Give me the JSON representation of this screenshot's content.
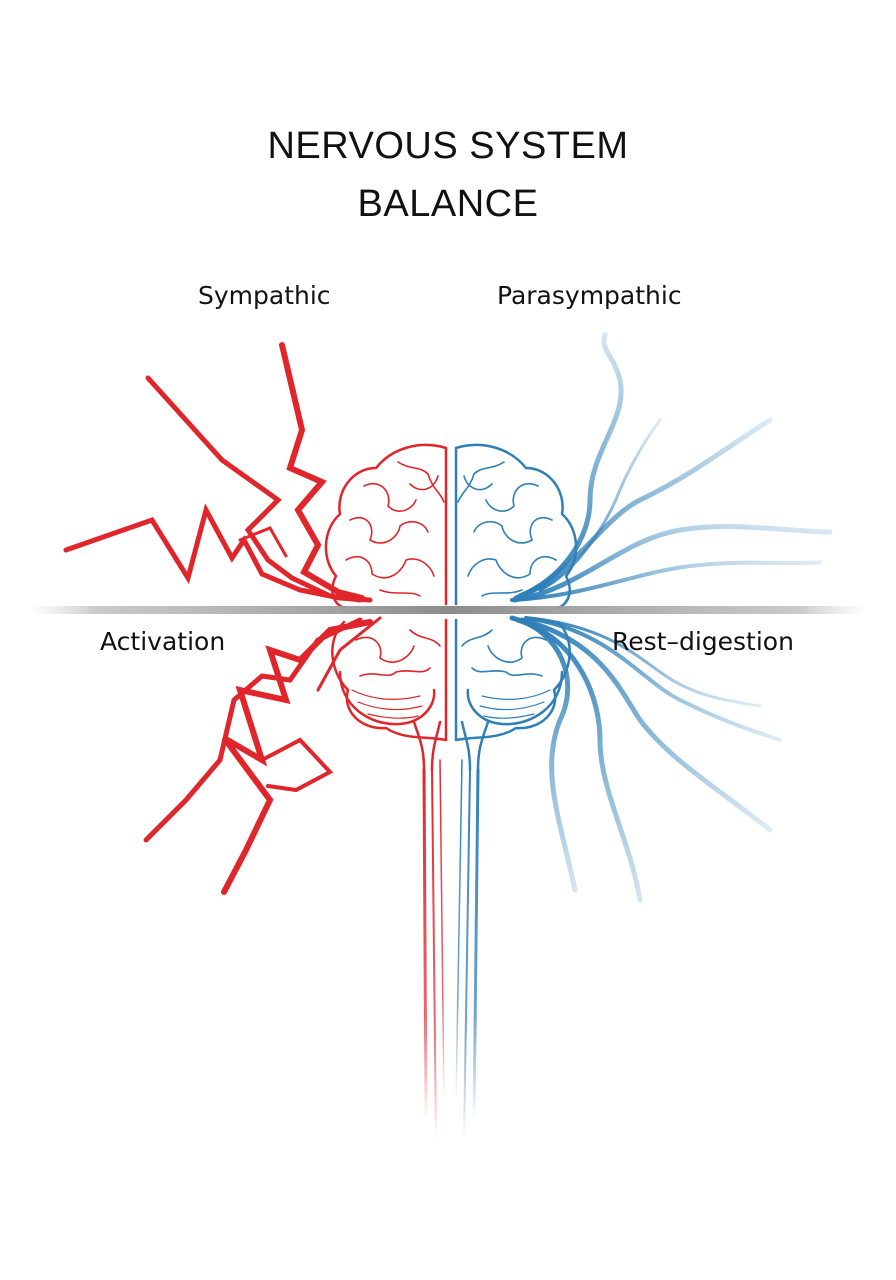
{
  "title": {
    "line1": "NERVOUS SYSTEM",
    "line2": "BALANCE"
  },
  "labels": {
    "sympathic": "Sympathic",
    "parasympathic": "Parasympathic",
    "activation": "Activation",
    "rest_digestion": "Rest–digestion"
  },
  "colors": {
    "sympathetic": "#e0262b",
    "parasympathetic": "#2f7fb8",
    "divider": "#9a9a9a",
    "text": "#111111"
  },
  "icons": {
    "left": "lightning-nerves-icon",
    "right": "flowing-nerves-icon",
    "center": "brain-icon"
  }
}
